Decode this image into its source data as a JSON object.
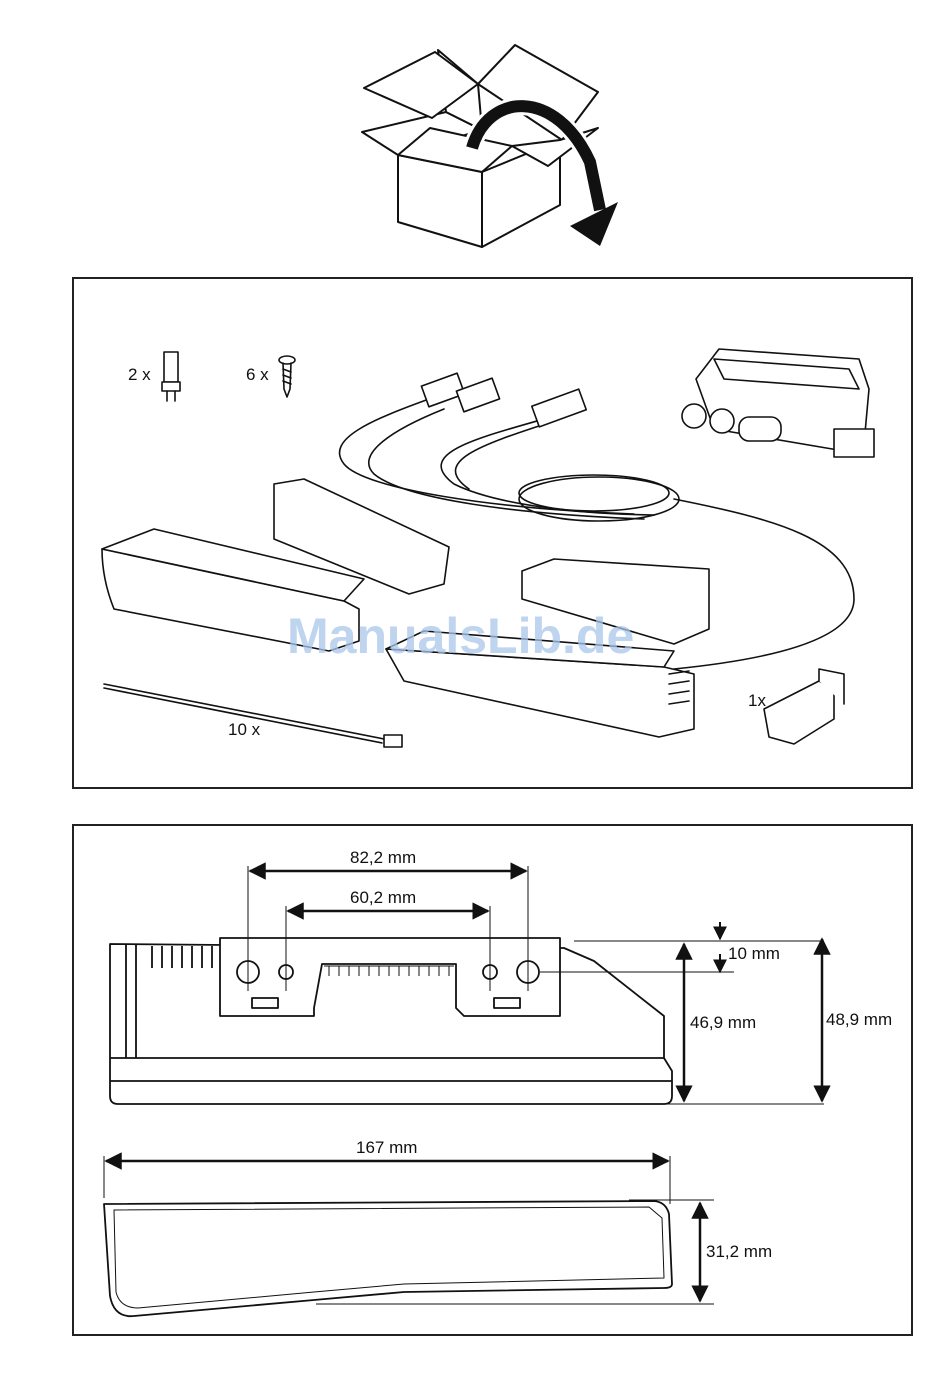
{
  "watermark": "ManualsLib.de",
  "contents": {
    "qty_bulb": "2 x",
    "qty_screw": "6 x",
    "qty_tie": "10 x",
    "qty_clip": "1x"
  },
  "dimensions": {
    "outer_hole_spacing": "82,2 mm",
    "inner_hole_spacing": "60,2 mm",
    "hole_offset": "10 mm",
    "bracket_height": "46,9 mm",
    "total_height": "48,9 mm",
    "length": "167 mm",
    "lens_height": "31,2 mm"
  }
}
